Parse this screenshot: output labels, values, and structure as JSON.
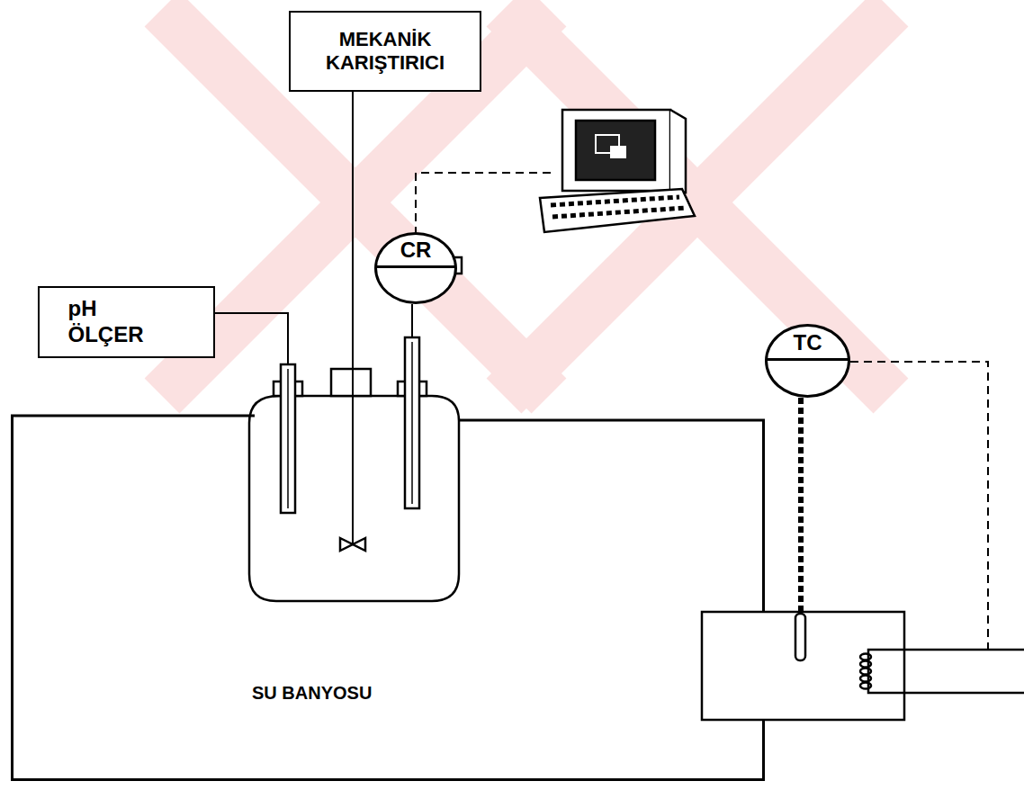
{
  "diagram": {
    "nodes": [
      {
        "text": [
          "MEKANİK KARIŞTIRICI"
        ]
      },
      {
        "text": [
          "CR"
        ]
      },
      {
        "text": [
          "pH ÖLÇER"
        ]
      },
      {
        "text": [
          "TC"
        ]
      },
      {
        "text": [
          "SU BANYOSU"
        ]
      }
    ]
  }
}
